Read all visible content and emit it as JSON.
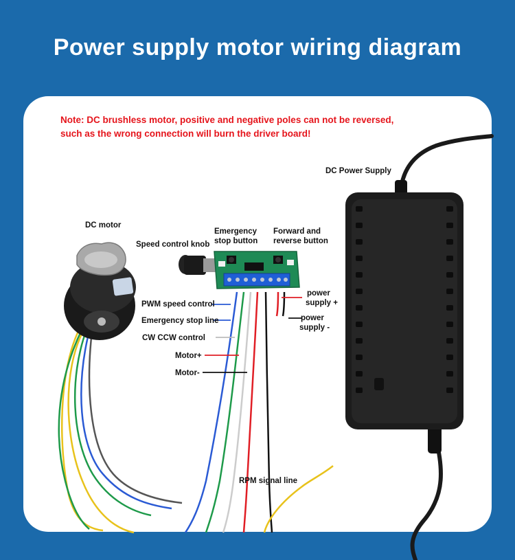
{
  "title": "Power supply motor wiring diagram",
  "note": {
    "line1": "Note: DC brushless motor, positive and negative poles can not be reversed,",
    "line2": "such as the wrong connection will burn the driver board!"
  },
  "labels": {
    "dc_power_supply": "DC Power Supply",
    "dc_motor": "DC motor",
    "speed_knob": "Speed control knob",
    "emergency_stop_1": "Emergency",
    "emergency_stop_2": "stop button",
    "fwd_rev_1": "Forward and",
    "fwd_rev_2": "reverse button",
    "power_plus_1": "power",
    "power_plus_2": "supply +",
    "power_minus_1": "power",
    "power_minus_2": "supply -",
    "pwm": "PWM speed control",
    "estop_line": "Emergency stop line",
    "cw_ccw": "CW CCW control",
    "motor_plus": "Motor+",
    "motor_minus": "Motor-",
    "rpm": "RPM signal line"
  },
  "colors": {
    "background": "#1b6aab",
    "note_text": "#e5141b",
    "board": "#1e8a55",
    "terminal": "#1f5fd6"
  }
}
